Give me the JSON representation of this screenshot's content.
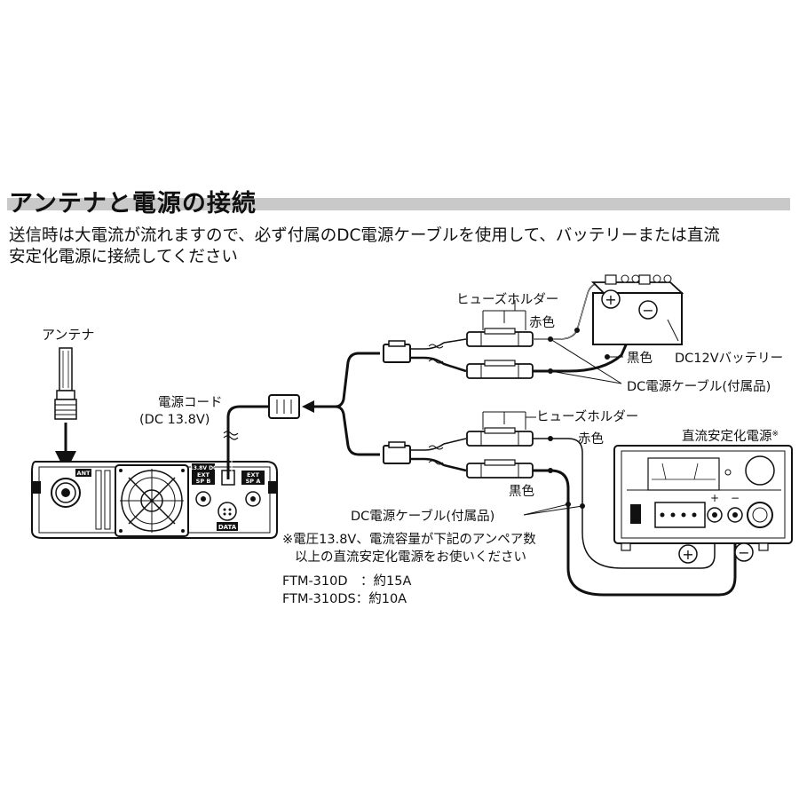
{
  "header": {
    "title": "アンテナと電源の接続",
    "intro_line1": "送信時は大電流が流れますので、必ず付属のDC電源ケーブルを使用して、バッテリーまたは直流",
    "intro_line2": "安定化電源に接続してください"
  },
  "labels": {
    "antenna": "アンテナ",
    "power_cord_1": "電源コード",
    "power_cord_2": "(DC 13.8V)",
    "fuse_holder_top": "ヒューズホルダー",
    "fuse_holder_bottom": "ヒューズホルダー",
    "red_top": "赤色",
    "black_top": "黒色",
    "battery": "DC12Vバッテリー",
    "dc_cable_top": "DC電源ケーブル(付属品)",
    "red_bottom": "赤色",
    "black_bottom": "黒色",
    "psu_title": "直流安定化電源",
    "psu_mark": "※",
    "dc_cable_bottom": "DC電源ケーブル(付属品)",
    "note_line1": "※電圧13.8V、電流容量が下記のアンペア数",
    "note_line2": "以上の直流安定化電源をお使いください",
    "model_1": "FTM-310D　：約15A",
    "model_2": "FTM-310DS：約10A"
  },
  "radio": {
    "ant": "ANT",
    "dc_jack": "13.8V DC",
    "ext_sp_b_1": "EXT",
    "ext_sp_b_2": "SP B",
    "ext_sp_a_1": "EXT",
    "ext_sp_a_2": "SP A",
    "data": "DATA"
  },
  "battery": {
    "plus": "+",
    "minus": "−"
  },
  "psu": {
    "plus": "+",
    "minus": "−"
  },
  "symbols": {
    "plus_circle": "+",
    "minus_circle": "−"
  }
}
